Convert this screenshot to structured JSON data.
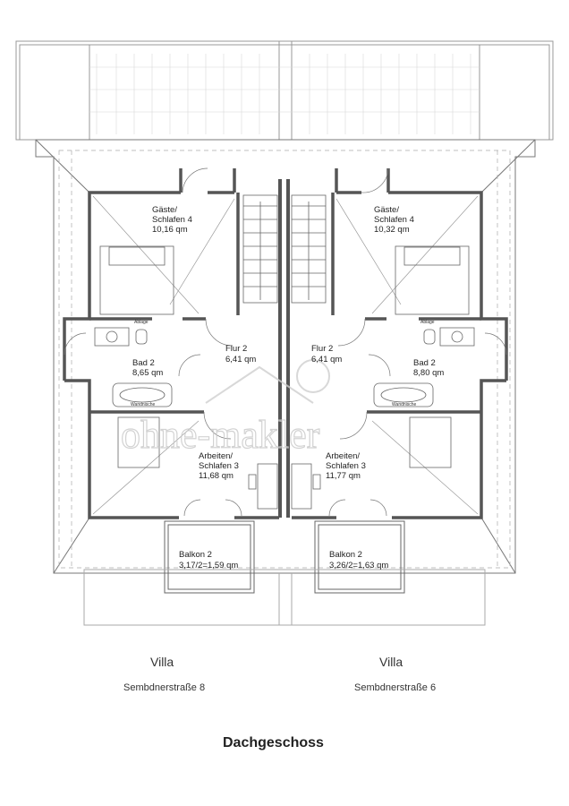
{
  "left_unit": {
    "rooms": {
      "gaeste": [
        "Gäste/",
        "Schlafen 4",
        "10,16 qm"
      ],
      "flur": [
        "Flur 2",
        "6,41 qm"
      ],
      "bad": [
        "Bad 2",
        "8,65 qm"
      ],
      "arbeiten": [
        "Arbeiten/",
        "Schlafen 3",
        "11,68 qm"
      ],
      "balkon": [
        "Balkon 2",
        "3,17/2=1,59 qm"
      ]
    },
    "labels": {
      "ablage": "Ablage",
      "wandnische": "Wandnische"
    },
    "caption": {
      "title": "Villa",
      "address": "Sembdnerstraße 8"
    }
  },
  "right_unit": {
    "rooms": {
      "gaeste": [
        "Gäste/",
        "Schlafen 4",
        "10,32 qm"
      ],
      "flur": [
        "Flur 2",
        "6,41 qm"
      ],
      "bad": [
        "Bad 2",
        "8,80 qm"
      ],
      "arbeiten": [
        "Arbeiten/",
        "Schlafen 3",
        "11,77 qm"
      ],
      "balkon": [
        "Balkon 2",
        "3,26/2=1,63 qm"
      ]
    },
    "labels": {
      "ablage": "Ablage",
      "wandnische": "Wandnische"
    },
    "caption": {
      "title": "Villa",
      "address": "Sembdnerstraße 6"
    }
  },
  "watermark": "ohne-makler",
  "page_title": "Dachgeschoss"
}
